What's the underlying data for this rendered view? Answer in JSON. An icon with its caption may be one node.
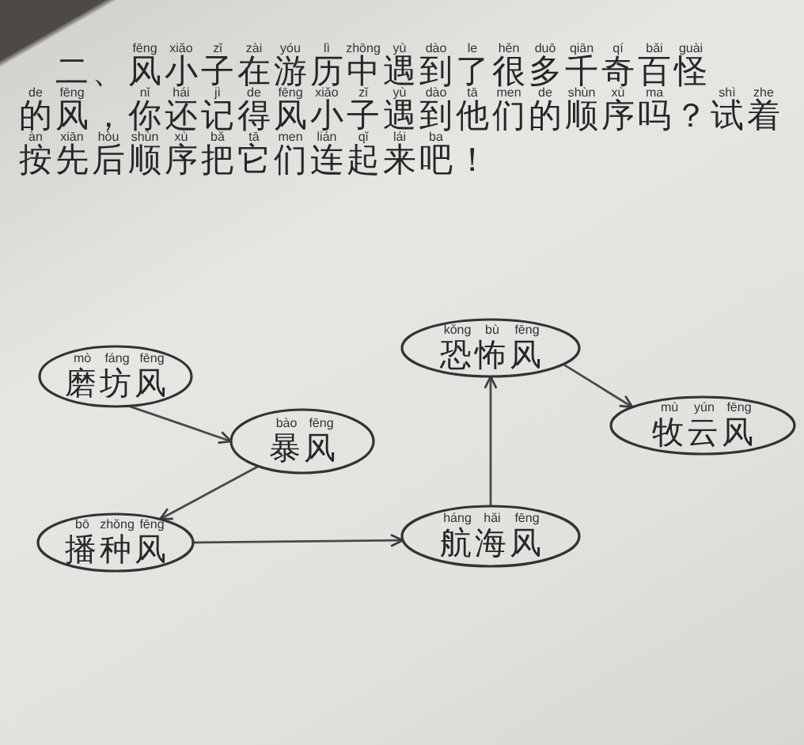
{
  "diagram": {
    "nodes": [
      {
        "text": [
          "mò fáng fēng",
          "磨坊风"
        ]
      },
      {
        "text": [
          "bào fēng",
          "暴风"
        ]
      },
      {
        "text": [
          "bō zhǒng fēng",
          "播种风"
        ]
      },
      {
        "text": [
          "háng hǎi fēng",
          "航海风"
        ]
      },
      {
        "text": [
          "kǒng bù fēng",
          "恐怖风"
        ]
      },
      {
        "text": [
          "mù yún fēng",
          "牧云风"
        ]
      }
    ],
    "edges": [
      {
        "from": 0,
        "to": 1,
        "arrow": "to"
      },
      {
        "from": 1,
        "to": 2,
        "arrow": "to"
      },
      {
        "from": 2,
        "to": 3,
        "arrow": "to"
      },
      {
        "from": 3,
        "to": 4,
        "arrow": "to"
      },
      {
        "from": 4,
        "to": 5,
        "arrow": "to"
      }
    ],
    "labels": [
      "fēng xiǎo zǐ zài yóu lì zhōng yù dào le hěn duō qiān qí bǎi guài",
      "二、风小子在游历中遇到了很多千奇百怪",
      "de fēng nǐ hái jì de fēng xiǎo zǐ yù dào tā men de shùn xù ma shì zhe",
      "的风，你还记得风小子遇到他们的顺序吗？试着",
      "àn xiān hòu shùn xù bǎ tā men lián qǐ lái ba",
      "按先后顺序把它们连起来吧！"
    ]
  }
}
